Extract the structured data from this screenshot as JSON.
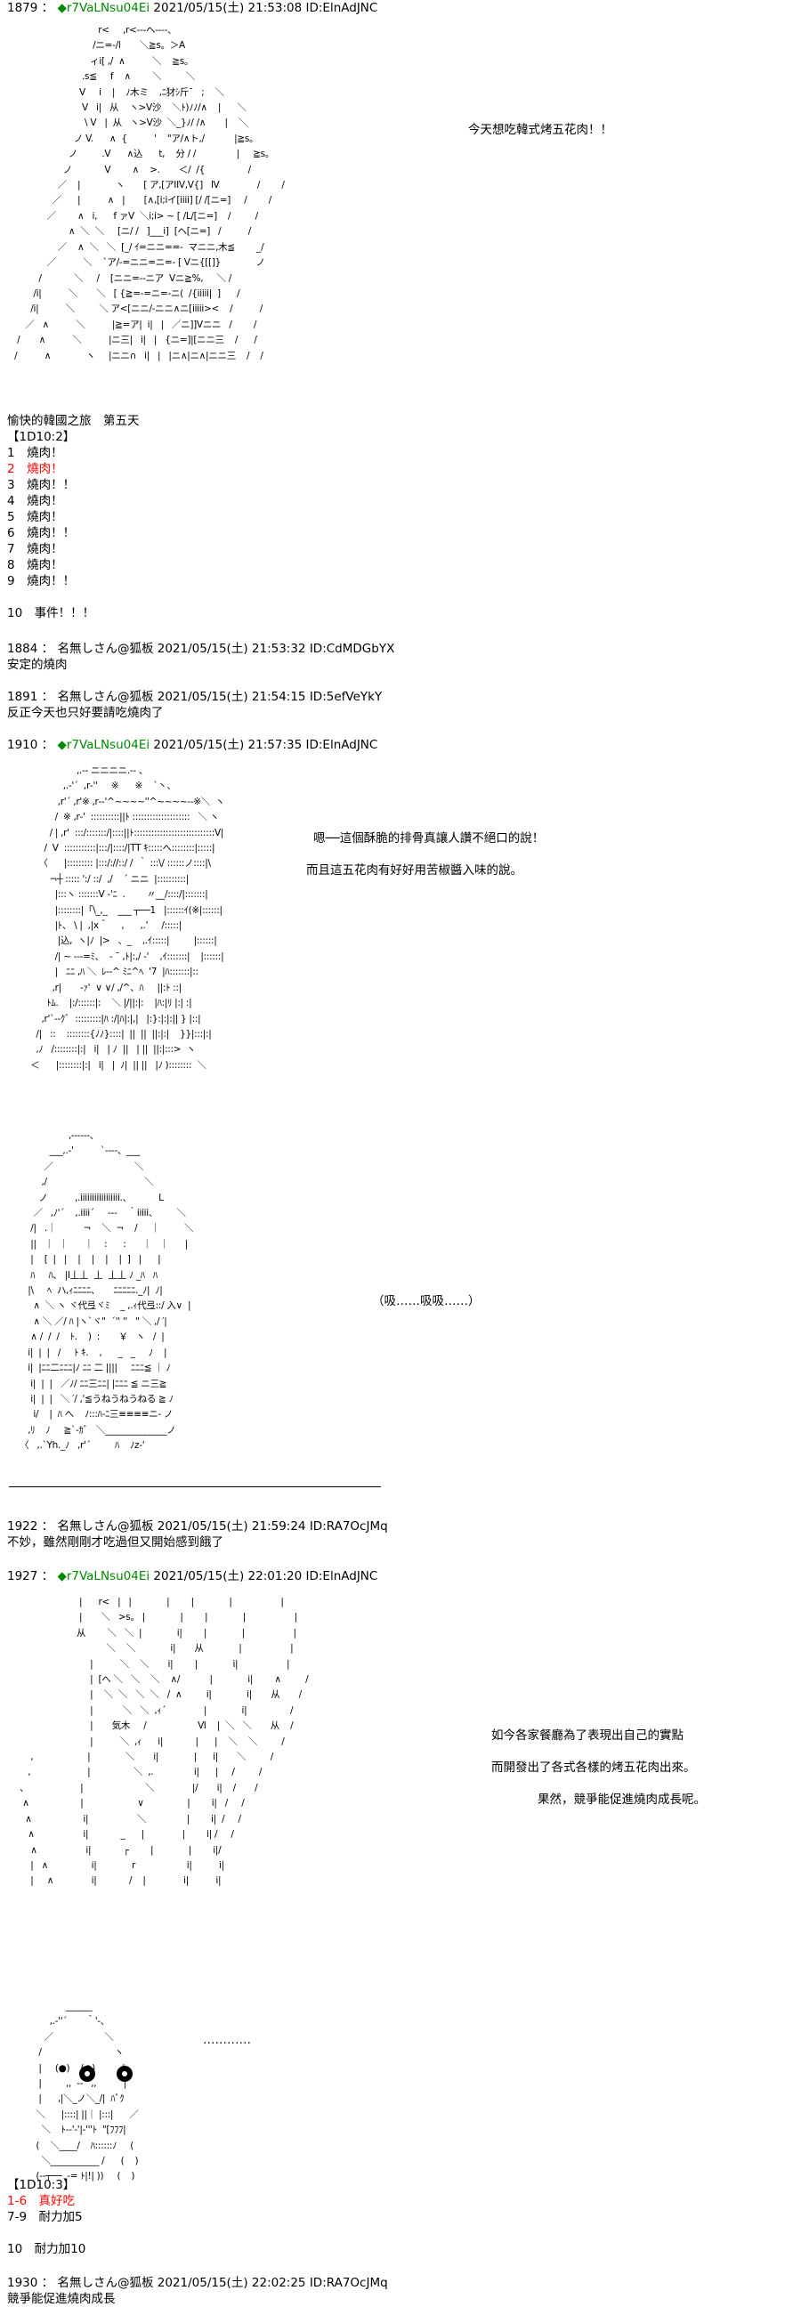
{
  "posts": [
    {
      "num": "1879",
      "sep": "：",
      "name": "◆r7VaLNsu04Ei",
      "date": "2021/05/15(土) 21:53:08",
      "id": "ID:ElnAdJNC"
    },
    {
      "num": "1884",
      "sep": "：",
      "name": "名無しさん@狐板",
      "date": "2021/05/15(土) 21:53:32",
      "id": "ID:CdMDGbYX"
    },
    {
      "num": "1891",
      "sep": "：",
      "name": "名無しさん@狐板",
      "date": "2021/05/15(土) 21:54:15",
      "id": "ID:5efVeYkY"
    },
    {
      "num": "1910",
      "sep": "：",
      "name": "◆r7VaLNsu04Ei",
      "date": "2021/05/15(土) 21:57:35",
      "id": "ID:ElnAdJNC"
    },
    {
      "num": "1922",
      "sep": "：",
      "name": "名無しさん@狐板",
      "date": "2021/05/15(土) 21:59:24",
      "id": "ID:RA7OcJMq"
    },
    {
      "num": "1927",
      "sep": "：",
      "name": "◆r7VaLNsu04Ei",
      "date": "2021/05/15(土) 22:01:20",
      "id": "ID:ElnAdJNC"
    },
    {
      "num": "1930",
      "sep": "：",
      "name": "名無しさん@狐板",
      "date": "2021/05/15(土) 22:02:25",
      "id": "ID:RA7OcJMq"
    }
  ],
  "post1": {
    "speech": "今天想吃韓式烤五花肉！！",
    "title": "愉快的韓國之旅　第五天",
    "dice_label": "【1D10:2】",
    "options": [
      "1　燒肉！",
      "2　燒肉！",
      "3　燒肉！！",
      "4　燒肉！",
      "5　燒肉！",
      "6　燒肉！！",
      "7　燒肉！",
      "8　燒肉！",
      "9　燒肉！！"
    ],
    "option10": "10　事件！！！"
  },
  "post2": {
    "text": "安定的燒肉"
  },
  "post3": {
    "text": "反正今天也只好要請吃燒肉了"
  },
  "post4": {
    "line1": "嗯──這個酥脆的排骨真讓人讚不絕口的說！",
    "line2": "而且這五花肉有好好用苦椒醬入味的說。",
    "sound": "（吸……吸吸……）"
  },
  "post5": {
    "text": "不妙，雖然剛剛才吃過但又開始感到餓了"
  },
  "post6": {
    "line1": "如今各家餐廳為了表現出自己的實點",
    "line2": "而開發出了各式各樣的烤五花肉出來。",
    "line3": "果然，競爭能促進燒肉成長呢。",
    "dots": "…………",
    "dice_label": "【1D10:3】",
    "opt1": "1-6　真好吃",
    "opt2": "7-9　耐力加5",
    "opt3": "10　耐力加10"
  },
  "post7": {
    "text": "競爭能促進燒肉成長"
  }
}
